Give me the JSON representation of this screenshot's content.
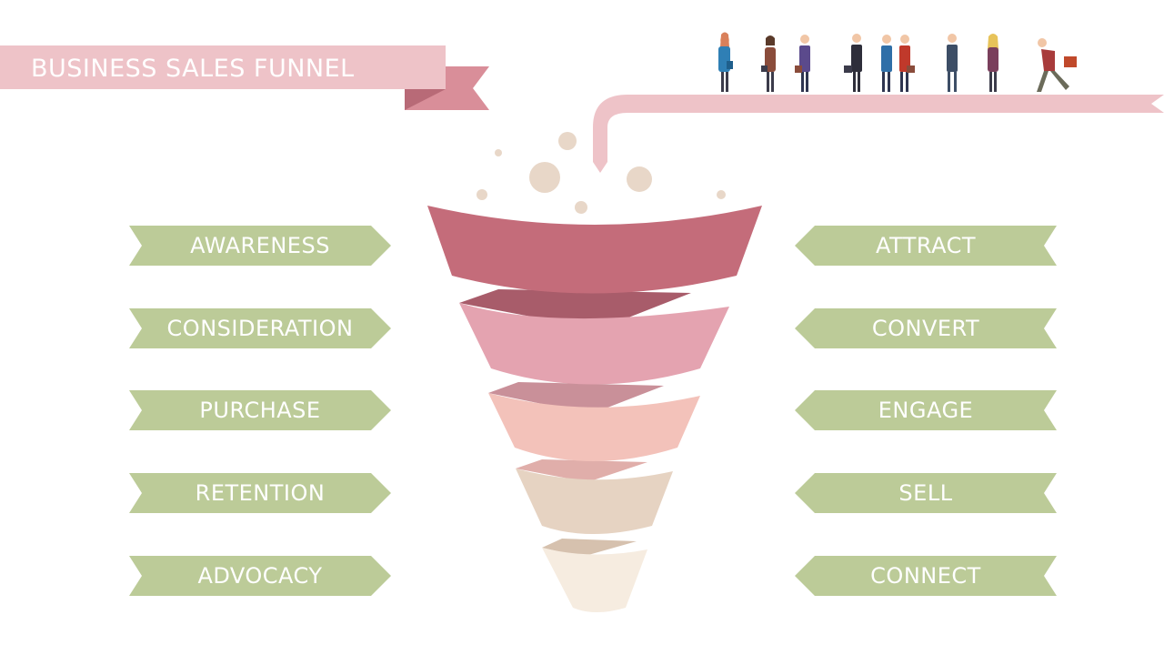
{
  "title": "BUSINESS SALES FUNNEL",
  "left_labels": [
    "AWARENESS",
    "CONSIDERATION",
    "PURCHASE",
    "RETENTION",
    "ADVOCACY"
  ],
  "right_labels": [
    "ATTRACT",
    "CONVERT",
    "ENGAGE",
    "SELL",
    "CONNECT"
  ],
  "colors": {
    "tag": "#bccb98",
    "ribbon_light": "#eec3c8",
    "ribbon_dark": "#d98e99",
    "bubble": "#e8d7c8",
    "funnel_layers": [
      "#c46c7a",
      "#e4a3b0",
      "#f3c2ba",
      "#e6d3c2",
      "#f6ece0"
    ],
    "funnel_inner": [
      "#a85c6a",
      "#c99099",
      "#e0aeaa",
      "#d6c1ae"
    ]
  },
  "icons": {
    "people": "people-walking-icon",
    "bubbles": "bubble-dots"
  }
}
